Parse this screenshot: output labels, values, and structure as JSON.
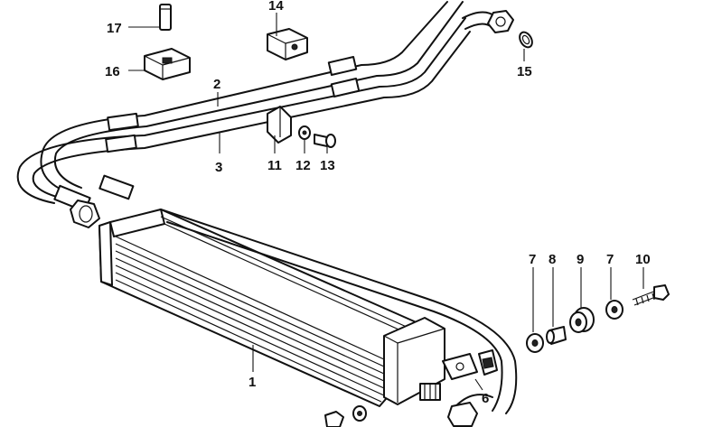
{
  "diagram": {
    "callouts": [
      {
        "id": "c1",
        "label": "1"
      },
      {
        "id": "c2",
        "label": "2"
      },
      {
        "id": "c3",
        "label": "3"
      },
      {
        "id": "c6",
        "label": "6"
      },
      {
        "id": "c7a",
        "label": "7"
      },
      {
        "id": "c7b",
        "label": "7"
      },
      {
        "id": "c8",
        "label": "8"
      },
      {
        "id": "c9",
        "label": "9"
      },
      {
        "id": "c10",
        "label": "10"
      },
      {
        "id": "c11",
        "label": "11"
      },
      {
        "id": "c12",
        "label": "12"
      },
      {
        "id": "c13",
        "label": "13"
      },
      {
        "id": "c14",
        "label": "14"
      },
      {
        "id": "c15",
        "label": "15"
      },
      {
        "id": "c16",
        "label": "16"
      },
      {
        "id": "c17",
        "label": "17"
      }
    ]
  }
}
